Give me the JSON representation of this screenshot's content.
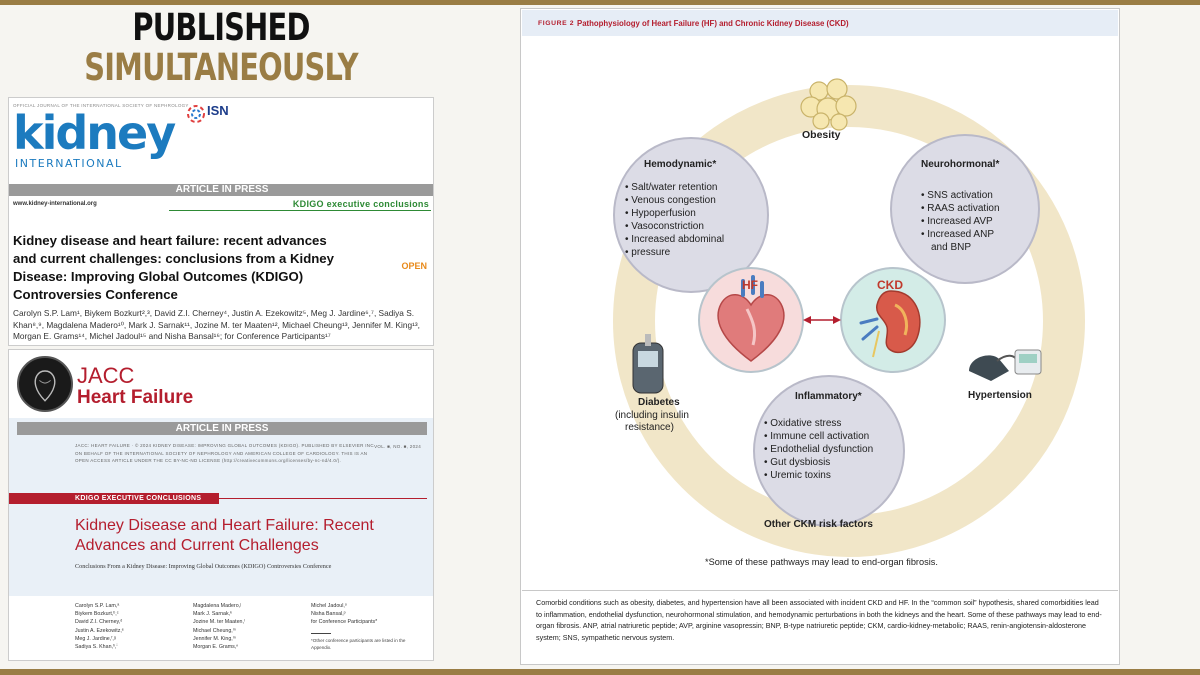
{
  "header": {
    "line1": "PUBLISHED",
    "line2": "SIMULTANEOUSLY"
  },
  "kidney_international": {
    "journal_small": "OFFICIAL JOURNAL OF THE INTERNATIONAL SOCIETY OF NEPHROLOGY",
    "logo": "kidney",
    "logo_sub": "INTERNATIONAL",
    "isn": "ISN",
    "article_in_press": "ARTICLE IN PRESS",
    "url": "www.kidney-international.org",
    "section": "KDIGO executive conclusions",
    "title": "Kidney disease and heart failure: recent advances and current challenges: conclusions from a Kidney Disease: Improving Global Outcomes (KDIGO) Controversies Conference",
    "open": "OPEN",
    "authors": "Carolyn S.P. Lam¹, Biykem Bozkurt²,³, David Z.I. Cherney⁴, Justin A. Ezekowitz⁵, Meg J. Jardine⁶,⁷, Sadiya S. Khan⁸,⁹, Magdalena Madero¹⁰, Mark J. Sarnak¹¹, Jozine M. ter Maaten¹², Michael Cheung¹³, Jennifer M. King¹³, Morgan E. Grams¹⁴, Michel Jadoul¹⁵ and Nisha Bansal¹⁶; for Conference Participants¹⁷"
  },
  "jacc": {
    "name": "JACC",
    "subname": "Heart Failure",
    "article_in_press": "ARTICLE IN PRESS",
    "meta": "JACC: HEART FAILURE · © 2024 KIDNEY DISEASE: IMPROVING GLOBAL OUTCOMES (KDIGO). PUBLISHED BY ELSEVIER INC ON BEHALF OF THE INTERNATIONAL SOCIETY OF NEPHROLOGY AND AMERICAN COLLEGE OF CARDIOLOGY. THIS IS AN OPEN ACCESS ARTICLE UNDER THE CC BY-NC-ND LICENSE (http://creativecommons.org/licenses/by-nc-nd/4.0/).",
    "vol": "VOL. ■, NO. ■, 2024",
    "section": "KDIGO EXECUTIVE CONCLUSIONS",
    "title": "Kidney Disease and Heart Failure: Recent Advances and Current Challenges",
    "subtitle": "Conclusions From a Kidney Disease: Improving Global Outcomes (KDIGO) Controversies Conference",
    "authors_col1": [
      "Carolyn S.P. Lam,ᵃ",
      "Biykem Bozkurt,ᵇ,ᶜ",
      "David Z.I. Cherney,ᵈ",
      "Justin A. Ezekowitz,ᵉ",
      "Meg J. Jardine,ᶠ,ᵍ",
      "Sadiya S. Khan,ʰ,ⁱ"
    ],
    "authors_col2": [
      "Magdalena Madero,ʲ",
      "Mark J. Sarnak,ᵏ",
      "Jozine M. ter Maaten,ˡ",
      "Michael Cheung,ᵐ",
      "Jennifer M. King,ᵐ",
      "Morgan E. Grams,ⁿ"
    ],
    "authors_col3": [
      "Michel Jadoul,ᵒ",
      "Nisha Bansal,ᵖ",
      "for Conference Participants*"
    ],
    "note": "*Other conference participants are listed in the Appendix."
  },
  "figure": {
    "label": "FIGURE 2",
    "title": "Pathophysiology of Heart Failure (HF) and Chronic Kidney Disease (CKD)",
    "obesity": "Obesity",
    "diabetes": [
      "Diabetes",
      "(including insulin",
      "resistance)"
    ],
    "hypertension": "Hypertension",
    "other_ckm": "Other CKM risk factors",
    "hf": "HF",
    "ckd": "CKD",
    "hemodynamic": {
      "title": "Hemodynamic*",
      "items": [
        "Salt/water retention",
        "Venous congestion",
        "Hypoperfusion",
        "Vasoconstriction",
        "Increased abdominal",
        "pressure"
      ]
    },
    "neurohormonal": {
      "title": "Neurohormonal*",
      "items": [
        "SNS activation",
        "RAAS activation",
        "Increased AVP",
        "Increased ANP",
        "and BNP"
      ]
    },
    "inflammatory": {
      "title": "Inflammatory*",
      "items": [
        "Oxidative stress",
        "Immune cell activation",
        "Endothelial dysfunction",
        "Gut dysbiosis",
        "Uremic toxins"
      ]
    },
    "footnote": "*Some of these pathways may lead to end-organ fibrosis.",
    "caption": "Comorbid conditions such as obesity, diabetes, and hypertension have all been associated with incident CKD and HF. In the “common soil” hypothesis, shared comorbidities lead to inflammation, endothelial dysfunction, neurohormonal stimulation, and hemodynamic perturbations in both the kidneys and the heart. Some of these pathways may lead to end-organ fibrosis. ANP, atrial natriuretic peptide; AVP, arginine vasopressin; BNP, B-type natriuretic peptide; CKM, cardio-kidney-metabolic; RAAS, renin-angiotensin-aldosterone system; SNS, sympathetic nervous system."
  },
  "colors": {
    "gold": "#9a7d45",
    "kidney_blue": "#1c7bbf",
    "jacc_red": "#b41e2e",
    "kdigo_green": "#2e8a35",
    "hf_circle": "#f7dcdc",
    "ckd_circle": "#d3ece7",
    "ring": "#f1e6c8",
    "bubble": "#dcdce6"
  }
}
